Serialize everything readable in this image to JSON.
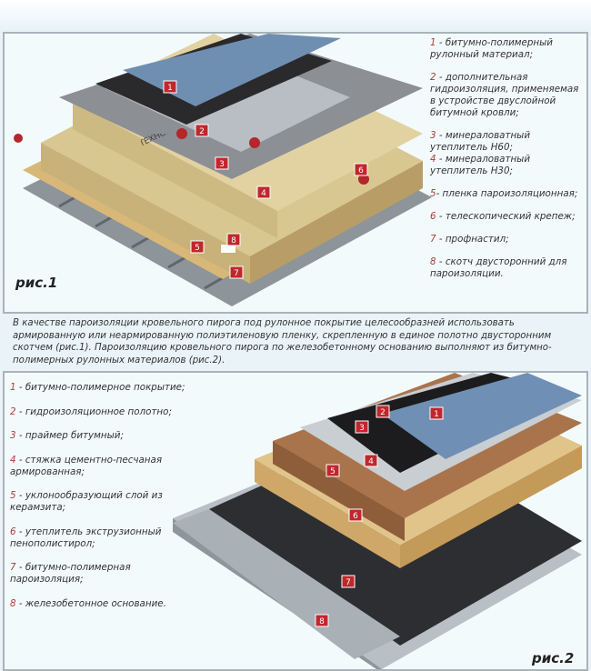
{
  "figure1": {
    "caption": "рис.1",
    "legend": [
      {
        "num": "1",
        "text": " - битумно-полимерный рулонный материал;"
      },
      {
        "num": "2",
        "text": " - дополнительная гидроизоляция, применяемая в устройстве двуслойной битумной кровли;"
      },
      {
        "num": "3",
        "text": " - минераловатный утеплитель Н60;"
      },
      {
        "num": "4",
        "text": " - минераловатный утеплитель Н30;"
      },
      {
        "num": "5",
        "text": "- пленка пароизоляционная;"
      },
      {
        "num": "6",
        "text": " - телескопический крепеж;"
      },
      {
        "num": "7",
        "text": " - профнастил;"
      },
      {
        "num": "8",
        "text": " - скотч двусторонний для пароизоляции."
      }
    ],
    "membrane_label": "ТЕХНОНИКОЛЬ"
  },
  "paragraph": "В качестве пароизоляции кровельного пирога под рулонное покрытие целесообразней использовать армированную или неармированную полиэтиленовую пленку, скрепленную в единое полотно двусторонним скотчем (рис.1). Пароизоляцию кровельного пирога по железобетонному основанию выполняют из битумно-полимерных рулонных материалов (рис.2).",
  "figure2": {
    "caption": "рис.2",
    "legend": [
      {
        "num": "1",
        "text": " - битумно-полимерное покрытие;"
      },
      {
        "num": "2",
        "text": " - гидроизоляционное полотно;"
      },
      {
        "num": "3",
        "text": " - праймер битумный;"
      },
      {
        "num": "4",
        "text": " - стяжка цементно-песчаная армированная;"
      },
      {
        "num": "5",
        "text": " - уклонообразующий слой из керамзита;"
      },
      {
        "num": "6",
        "text": " - утеплитель экструзионный пенополистирол;"
      },
      {
        "num": "7",
        "text": " - битумно-полимерная пароизоляция;"
      },
      {
        "num": "8",
        "text": " - железобетонное основание."
      }
    ]
  },
  "badges": [
    "1",
    "2",
    "3",
    "4",
    "5",
    "6",
    "7",
    "8"
  ],
  "colors": {
    "number": "#b03a3a",
    "badge": "#c0272d",
    "frame": "#a9b3ba"
  }
}
